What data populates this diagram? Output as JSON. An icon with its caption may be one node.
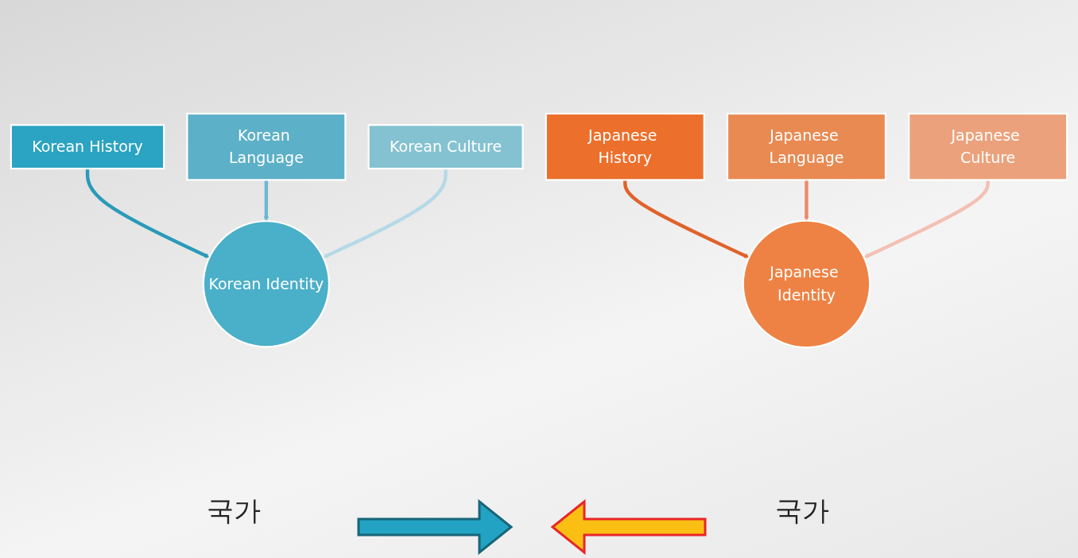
{
  "diagram": {
    "nodes": [
      {
        "text": [
          "Korean History"
        ]
      },
      {
        "text": [
          "Korean Language"
        ]
      },
      {
        "text": [
          "Korean Culture"
        ]
      },
      {
        "text": [
          "Korean Identity"
        ]
      },
      {
        "text": [
          "Japanese History"
        ]
      },
      {
        "text": [
          "Japanese Language"
        ]
      },
      {
        "text": [
          "Japanese Culture"
        ]
      },
      {
        "text": [
          "Japanese Identity"
        ]
      }
    ],
    "edges": [
      {
        "from": 0,
        "to": 3,
        "arrow": "to",
        "color": "#2a9ab8"
      },
      {
        "from": 1,
        "to": 3,
        "arrow": "to",
        "color": "#6bb8d4"
      },
      {
        "from": 2,
        "to": 3,
        "arrow": "to",
        "color": "#b5d9e6"
      },
      {
        "from": 4,
        "to": 7,
        "arrow": "to",
        "color": "#e0622a"
      },
      {
        "from": 5,
        "to": 7,
        "arrow": "to",
        "color": "#ec8a68"
      },
      {
        "from": 6,
        "to": 7,
        "arrow": "to",
        "color": "#f4c0b4"
      }
    ],
    "labels": [
      "국가",
      "국가"
    ]
  }
}
